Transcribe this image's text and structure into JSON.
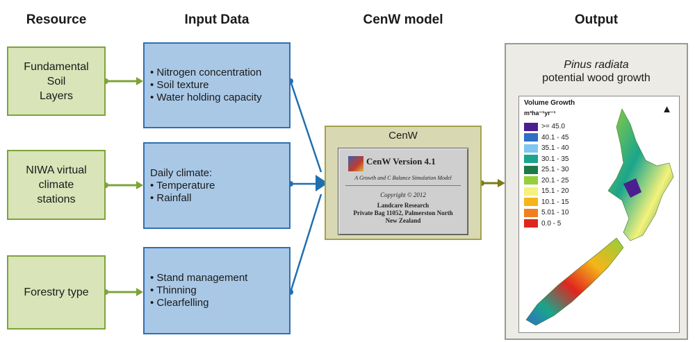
{
  "headers": {
    "resource": "Resource",
    "input": "Input Data",
    "model": "CenW model",
    "output": "Output"
  },
  "resources": [
    {
      "lines": [
        "Fundamental",
        "Soil",
        "Layers"
      ]
    },
    {
      "lines": [
        "NIWA virtual",
        "climate",
        "stations"
      ]
    },
    {
      "lines": [
        "Forestry type"
      ]
    }
  ],
  "inputs": [
    {
      "lines": [
        "• Nitrogen concentration",
        "• Soil texture",
        "• Water holding capacity"
      ]
    },
    {
      "lines": [
        "Daily climate:",
        "• Temperature",
        "• Rainfall"
      ]
    },
    {
      "lines": [
        "• Stand management",
        "• Thinning",
        "• Clearfelling"
      ]
    }
  ],
  "model": {
    "title": "CenW",
    "splash_title": "CenW Version 4.1",
    "splash_subtitle": "A Growth and C Balance Simulation Model",
    "copyright": "Copyright © 2012",
    "org": [
      "Landcare Research",
      "Private Bag 11052, Palmerston North",
      "New Zealand"
    ]
  },
  "output": {
    "species": "Pinus radiata",
    "subtitle": "potential wood growth",
    "legend_title": "Volume Growth",
    "legend_unit": "m³ha⁻¹yr⁻¹",
    "legend": [
      {
        "label": ">= 45.0",
        "color": "#4b1f8f"
      },
      {
        "label": "40.1 - 45",
        "color": "#2f6fc4"
      },
      {
        "label": "35.1 - 40",
        "color": "#7fc7ee"
      },
      {
        "label": "30.1 - 35",
        "color": "#1aa58c"
      },
      {
        "label": "25.1 - 30",
        "color": "#1e7a45"
      },
      {
        "label": "20.1 - 25",
        "color": "#93cf3c"
      },
      {
        "label": "15.1 - 20",
        "color": "#f4f27c"
      },
      {
        "label": "10.1 - 15",
        "color": "#f5b519"
      },
      {
        "label": "5.01 - 10",
        "color": "#f07f1d"
      },
      {
        "label": "0.0 - 5",
        "color": "#e0251f"
      }
    ]
  },
  "colors": {
    "resource_fill": "#d9e4b8",
    "resource_border": "#7da33a",
    "input_fill": "#a9c8e6",
    "input_border": "#2f70b2",
    "link_blue": "#1f6fb0",
    "link_olive": "#7e7a18"
  }
}
